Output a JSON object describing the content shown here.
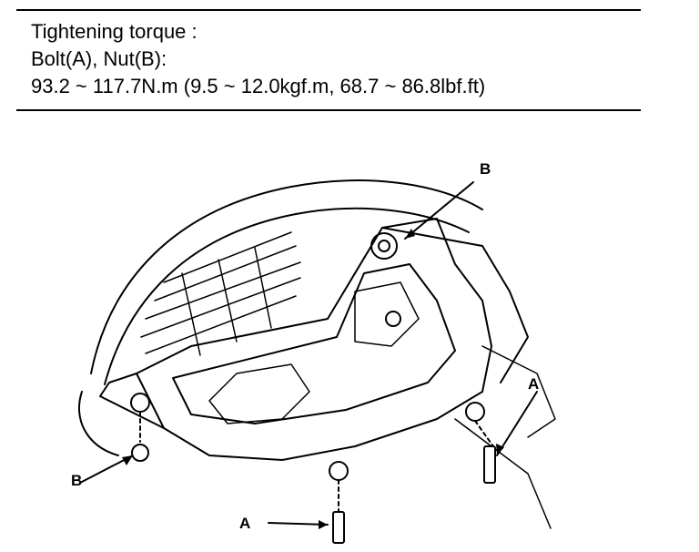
{
  "spec": {
    "line1": "Tightening torque :",
    "line2": "Bolt(A), Nut(B):",
    "line3": "93.2 ~ 117.7N.m (9.5 ~ 12.0kgf.m, 68.7 ~ 86.8lbf.ft)"
  },
  "callouts": {
    "b_top": "B",
    "b_left": "B",
    "a_right": "A",
    "a_bottom": "A"
  }
}
